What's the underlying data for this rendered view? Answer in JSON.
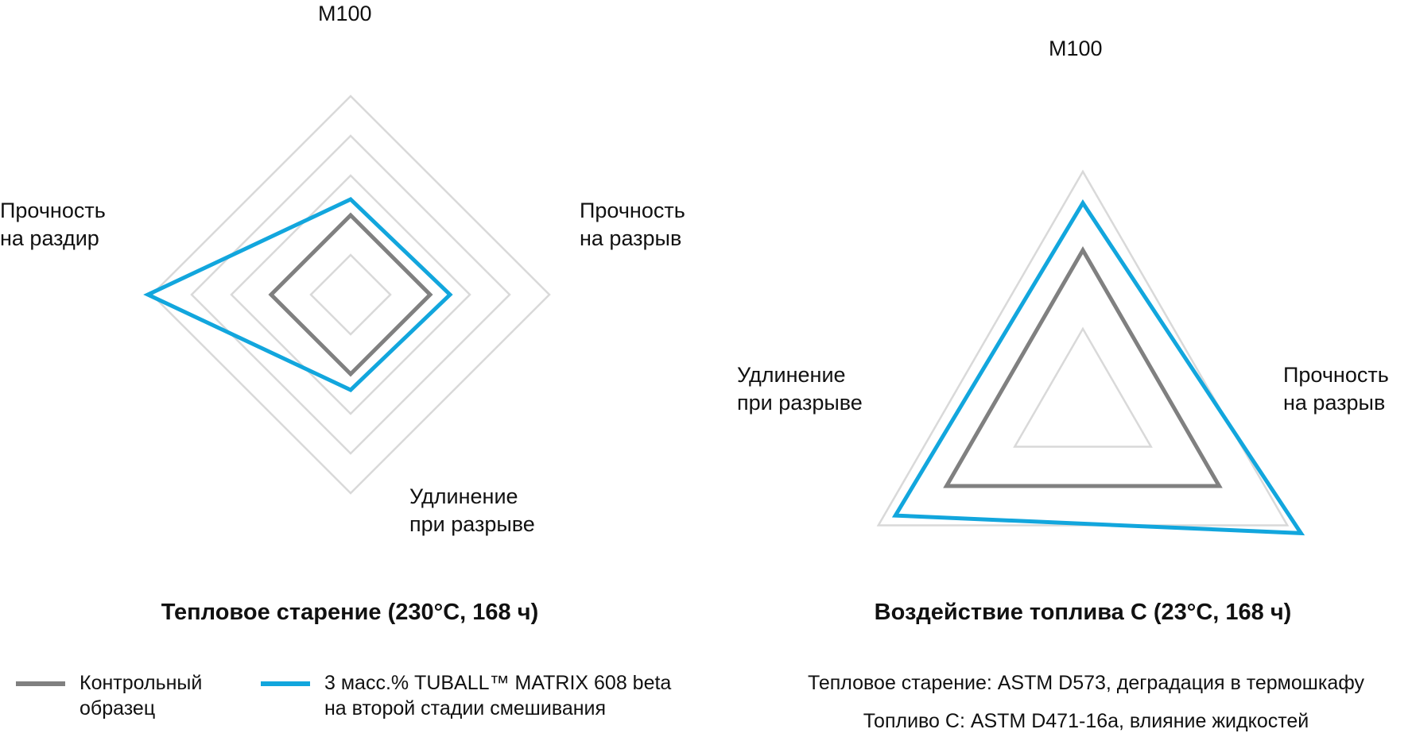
{
  "colors": {
    "control": "#808080",
    "tuball": "#12A6DD",
    "grid": "#D9D9D9"
  },
  "chart_data": [
    {
      "type": "radar",
      "title": "Тепловое старение (230°C, 168 ч)",
      "axes": [
        {
          "id": "m100",
          "lines": [
            "M100"
          ]
        },
        {
          "id": "tensile",
          "lines": [
            "Прочность",
            "на разрыв"
          ]
        },
        {
          "id": "elongation",
          "lines": [
            "Удлинение",
            "при разрыве"
          ]
        },
        {
          "id": "tear",
          "lines": [
            "Прочность",
            "на раздир"
          ]
        }
      ],
      "grid_levels": 5,
      "range": [
        0,
        5
      ],
      "series": [
        {
          "key": "control",
          "values": [
            2.0,
            2.0,
            2.0,
            2.0
          ]
        },
        {
          "key": "tuball",
          "values": [
            2.4,
            2.5,
            2.4,
            5.1
          ]
        }
      ]
    },
    {
      "type": "radar",
      "title": "Воздействие топлива С (23°C, 168 ч)",
      "axes": [
        {
          "id": "m100",
          "lines": [
            "M100"
          ]
        },
        {
          "id": "tensile",
          "lines": [
            "Прочность",
            "на разрыв"
          ]
        },
        {
          "id": "elongation",
          "lines": [
            "Удлинение",
            "при разрыве"
          ]
        }
      ],
      "grid_levels": 3,
      "range": [
        0,
        3
      ],
      "series": [
        {
          "key": "control",
          "values": [
            2.0,
            2.0,
            2.0
          ]
        },
        {
          "key": "tuball",
          "values": [
            2.6,
            3.2,
            2.75
          ]
        }
      ]
    }
  ],
  "legend": [
    {
      "key": "control",
      "lines": [
        "Контрольный",
        "образец"
      ]
    },
    {
      "key": "tuball",
      "lines": [
        "3 масс.% TUBALL™ MATRIX 608 beta",
        "на второй стадии смешивания"
      ]
    }
  ],
  "notes": [
    "Тепловое старение: ASTM D573, деградация в термошкафу",
    "Топливо С: ASTM D471-16a, влияние жидкостей"
  ]
}
